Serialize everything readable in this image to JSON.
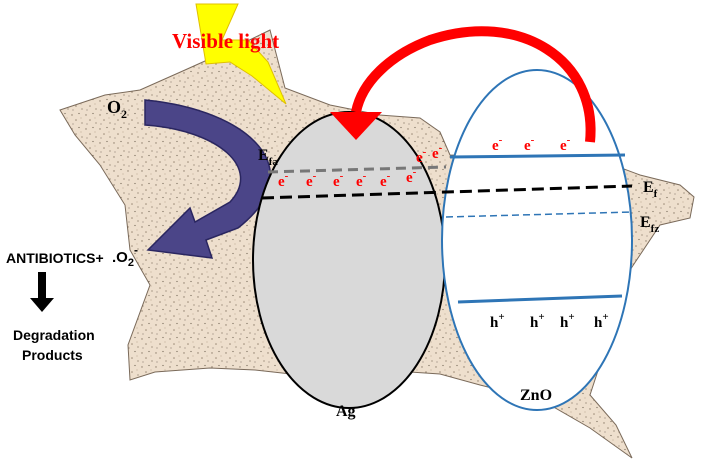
{
  "light_label": "Visible light",
  "oxygen": {
    "base": "O",
    "sub": "2"
  },
  "superoxide": {
    "base": ".O",
    "sub": "2",
    "sup": "-"
  },
  "antibiotics_label": "ANTIBIOTICS+",
  "products_line1": "Degradation",
  "products_line2": "Products",
  "ag_label": "Ag",
  "zno_label": "ZnO",
  "fermi_ag": {
    "base": "E",
    "sub": "fa"
  },
  "fermi_eq": {
    "base": "E",
    "sub": "f"
  },
  "fermi_zno": {
    "base": "E",
    "sub": "fz"
  },
  "electron": {
    "base": "e",
    "sup": "-"
  },
  "hole": {
    "base": "h",
    "sup": "+"
  },
  "ag_electron_count": 8,
  "zno_electron_count": 3,
  "hole_count": 4,
  "colors": {
    "particle": "#eedfcd",
    "ag_sphere": "#d9d9d9",
    "zno_outline": "#2e75b6",
    "red_arrow": "#ff0000",
    "o2_arrow": "#4b4588",
    "lightning": "#ffff00",
    "electron_text": "#ff0000"
  }
}
